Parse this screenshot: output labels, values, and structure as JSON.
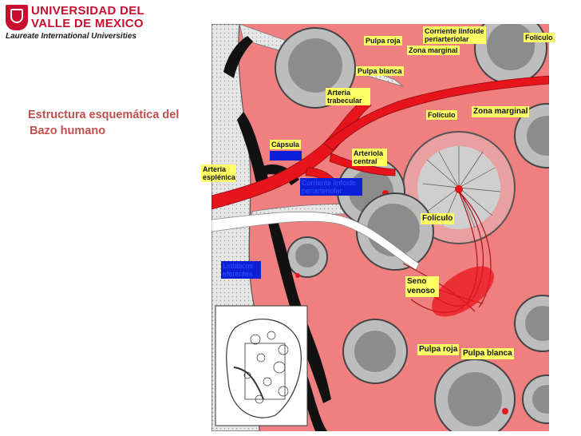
{
  "logo": {
    "line1": "UNIVERSIDAD DEL",
    "line2": "VALLE DE MEXICO",
    "line3": "Laureate International Universities",
    "color": "#c8102e"
  },
  "title": {
    "line1": "Estructura esquemática del",
    "line2": "Bazo humano",
    "color": "#c0504d"
  },
  "labels": {
    "pulpa_roja_top": "Pulpa roja",
    "corriente_linfoide": "Corriente linfoide periarteriolar",
    "foliculo_top_right": "Folículo",
    "zona_marginal_top": "Zona marginal",
    "pulpa_blanca_top": "Pulpa blanca",
    "arteria_trabecular": "Arteria trabecular",
    "foliculo_mid": "Folículo",
    "zona_marginal_mid": "Zona marginal",
    "capsula": "Cápsula",
    "arteriola_central": "Arteriola central",
    "arteria_esplenica": "Arteria esplénica",
    "foliculo_lower": "Folículo",
    "seno_venoso": "Seno venoso",
    "pulpa_roja_bottom": "Pulpa roja",
    "pulpa_blanca_bottom": "Pulpa blanca",
    "blue_box_corriente": "Corriente linfoide periarteriolar",
    "blue_box_linfaticos": "Linfáticos eferentes"
  },
  "colors": {
    "red_pulp": "#f08080",
    "artery": "#e8141c",
    "vein_black": "#111111",
    "capsule_gray": "#d9d9d9",
    "follicle_gray": "#8c8c8c",
    "label_yellow": "#ffff66",
    "label_blue": "#0a1fd6"
  }
}
